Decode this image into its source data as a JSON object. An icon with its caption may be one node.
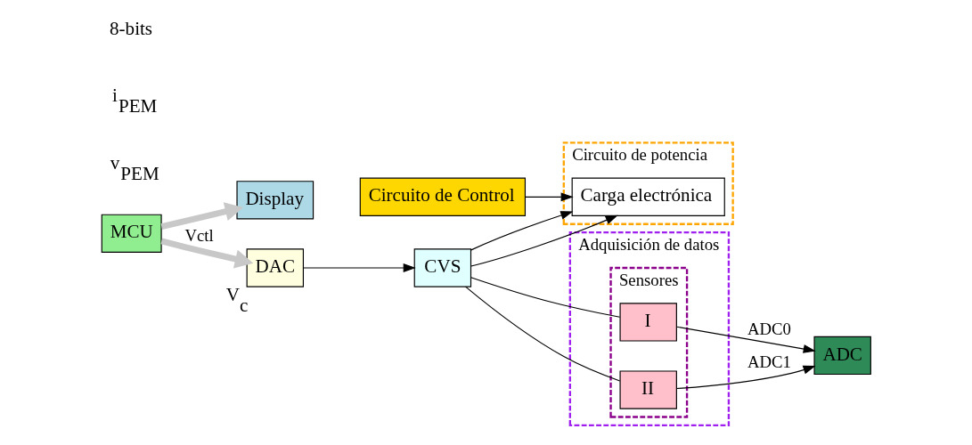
{
  "diagram": {
    "nodes": [
      {
        "text": [
          "Circuito de Control"
        ]
      },
      {
        "text": [
          "Display"
        ]
      },
      {
        "text": [
          "DAC"
        ],
        "beside": [
          "V$_{c}$"
        ]
      },
      {
        "text": [
          "CVS"
        ]
      },
      {
        "text": [
          "Circuito de potencia"
        ]
      },
      {
        "text": [
          "Carga electrónica"
        ],
        "in": 4
      },
      {
        "text": [
          "Adquisición de datos"
        ]
      },
      {
        "text": [
          "Sensores"
        ],
        "in": 6
      },
      {
        "text": [
          "I"
        ],
        "in": 7
      },
      {
        "text": [
          "II"
        ],
        "in": 7
      },
      {
        "text": [
          "MCU"
        ]
      },
      {
        "text": [
          "ADC"
        ]
      }
    ],
    "edges": [
      {
        "from": 10,
        "to": 2,
        "arrow": "to",
        "label": "Vctl",
        "style": "thick",
        "color": "#c8c8c8"
      },
      {
        "from": 2,
        "to": 3,
        "arrow": "to"
      },
      {
        "from": 3,
        "to": 5,
        "arrow": "to"
      },
      {
        "from": 3,
        "to": 5,
        "arrow": "to"
      },
      {
        "from": 0,
        "to": 5,
        "arrow": "to"
      },
      {
        "from": 10,
        "to": 1,
        "arrow": "to",
        "style": "thick",
        "color": "#c8c8c8"
      },
      {
        "from": 3,
        "to": 8,
        "arrow": "none"
      },
      {
        "from": 3,
        "to": 9,
        "arrow": "none"
      },
      {
        "from": 8,
        "to": 11,
        "arrow": "to",
        "label": "ADC0"
      },
      {
        "from": 9,
        "to": 11,
        "arrow": "to",
        "label": "ADC1"
      }
    ],
    "labels": [
      "v$_{PEM}$",
      "i$_{PEM}$",
      "8-bits"
    ]
  }
}
